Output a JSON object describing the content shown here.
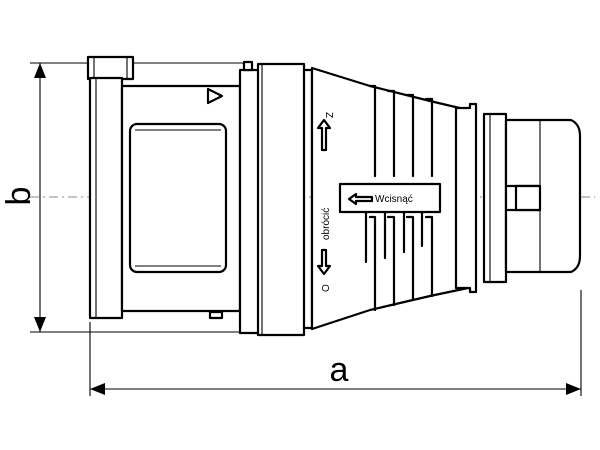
{
  "labels": {
    "dim_a": "a",
    "dim_b": "b",
    "rotate_letter_z": "Z",
    "rotate_letter_o": "O",
    "rotate_word": "obrócić",
    "push_word": "Wcisnąć"
  }
}
